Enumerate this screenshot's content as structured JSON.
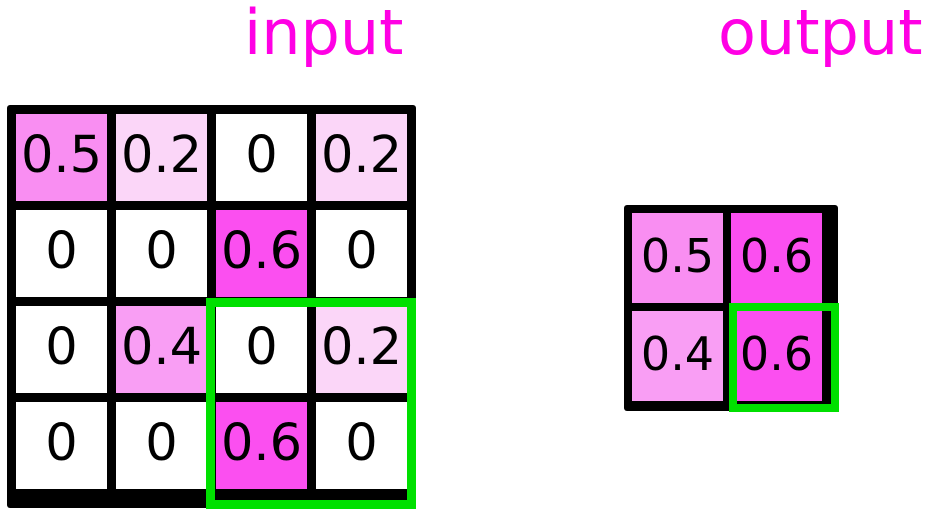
{
  "figure": {
    "kind": "max-pooling-illustration",
    "background_color": "#ffffff",
    "title_color": "#ff00e4",
    "border_color": "#000000",
    "highlight_color": "#00e000"
  },
  "labels": {
    "input_title": "input",
    "output_title": "output"
  },
  "value_colors": {
    "0": "#ffffff",
    "0.2": "#fbd6f8",
    "0.4": "#f99ef4",
    "0.5": "#f98ef2",
    "0.6": "#fb4ff0"
  },
  "input": {
    "rows": 4,
    "cols": 4,
    "cells": [
      [
        {
          "value": "0.5",
          "color": "#f98ef2"
        },
        {
          "value": "0.2",
          "color": "#fbd6f8"
        },
        {
          "value": "0",
          "color": "#ffffff"
        },
        {
          "value": "0.2",
          "color": "#fbd6f8"
        }
      ],
      [
        {
          "value": "0",
          "color": "#ffffff"
        },
        {
          "value": "0",
          "color": "#ffffff"
        },
        {
          "value": "0.6",
          "color": "#fb4ff0"
        },
        {
          "value": "0",
          "color": "#ffffff"
        }
      ],
      [
        {
          "value": "0",
          "color": "#ffffff"
        },
        {
          "value": "0.4",
          "color": "#f99ef4"
        },
        {
          "value": "0",
          "color": "#ffffff"
        },
        {
          "value": "0.2",
          "color": "#fbd6f8"
        }
      ],
      [
        {
          "value": "0",
          "color": "#ffffff"
        },
        {
          "value": "0",
          "color": "#ffffff"
        },
        {
          "value": "0.6",
          "color": "#fb4ff0"
        },
        {
          "value": "0",
          "color": "#ffffff"
        }
      ]
    ],
    "highlight_region": {
      "row_start": 2,
      "col_start": 2,
      "row_end": 3,
      "col_end": 3
    }
  },
  "output": {
    "rows": 2,
    "cols": 2,
    "cells": [
      [
        {
          "value": "0.5",
          "color": "#f98ef2"
        },
        {
          "value": "0.6",
          "color": "#fb4ff0"
        }
      ],
      [
        {
          "value": "0.4",
          "color": "#f99ef4"
        },
        {
          "value": "0.6",
          "color": "#fb4ff0"
        }
      ]
    ],
    "highlight_cell": {
      "row": 1,
      "col": 1
    }
  },
  "chart_data": {
    "type": "heatmap",
    "title": "Max pooling: input -> output",
    "panels": [
      {
        "name": "input",
        "label": "input",
        "shape": [
          4,
          4
        ],
        "values": [
          [
            0.5,
            0.2,
            0.0,
            0.2
          ],
          [
            0.0,
            0.0,
            0.6,
            0.0
          ],
          [
            0.0,
            0.4,
            0.0,
            0.2
          ],
          [
            0.0,
            0.0,
            0.6,
            0.0
          ]
        ],
        "cell_text": [
          [
            "0.5",
            "0.2",
            "0",
            "0.2"
          ],
          [
            "0",
            "0",
            "0.6",
            "0"
          ],
          [
            "0",
            "0.4",
            "0",
            "0.2"
          ],
          [
            "0",
            "0",
            "0.6",
            "0"
          ]
        ],
        "highlight": {
          "rows": [
            2,
            3
          ],
          "cols": [
            2,
            3
          ],
          "color": "#00e000"
        }
      },
      {
        "name": "output",
        "label": "output",
        "shape": [
          2,
          2
        ],
        "values": [
          [
            0.5,
            0.6
          ],
          [
            0.4,
            0.6
          ]
        ],
        "cell_text": [
          [
            "0.5",
            "0.6"
          ],
          [
            "0.4",
            "0.6"
          ]
        ],
        "highlight": {
          "rows": [
            1
          ],
          "cols": [
            1
          ],
          "color": "#00e000"
        }
      }
    ],
    "colormap": {
      "name": "white-to-magenta",
      "vmin": 0.0,
      "vmax": 0.6,
      "stops": [
        {
          "value": 0.0,
          "color": "#ffffff"
        },
        {
          "value": 0.2,
          "color": "#fbd6f8"
        },
        {
          "value": 0.4,
          "color": "#f99ef4"
        },
        {
          "value": 0.5,
          "color": "#f98ef2"
        },
        {
          "value": 0.6,
          "color": "#fb4ff0"
        }
      ]
    },
    "grid": true,
    "xlabel": "",
    "ylabel": "",
    "legend": null
  }
}
